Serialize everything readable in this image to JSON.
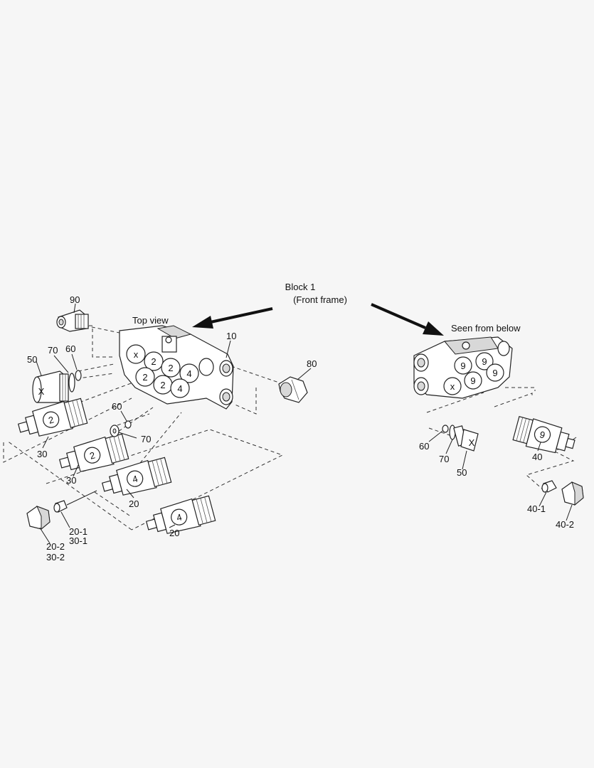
{
  "title": {
    "block": "Block 1",
    "frame": "(Front frame)"
  },
  "views": {
    "top": "Top view",
    "below": "Seen from below"
  },
  "left_block": {
    "port_marks": [
      "x",
      "2",
      "2",
      "2",
      "2",
      "4",
      "4"
    ]
  },
  "right_block": {
    "port_marks": [
      "9",
      "9",
      "9",
      "9",
      "x"
    ]
  },
  "part_marks": {
    "plug_50_left": "X",
    "valve_30_a": "2",
    "valve_30_b": "2",
    "valve_20_a": "4",
    "valve_20_b": "4",
    "plug_50_right": "X",
    "valve_40": "9"
  },
  "callouts": {
    "p90": "90",
    "p10": "10",
    "p80": "80",
    "p50_left": "50",
    "p70_left": "70",
    "p60_left": "60",
    "p60_mid": "60",
    "p70_mid": "70",
    "p30_a": "30",
    "p30_b": "30",
    "p20_a": "20",
    "p20_b": "20",
    "p20_1": "20-1",
    "p30_1": "30-1",
    "p20_2": "20-2",
    "p30_2": "30-2",
    "p60_right": "60",
    "p70_right": "70",
    "p50_right": "50",
    "p40": "40",
    "p40_1": "40-1",
    "p40_2": "40-2"
  }
}
